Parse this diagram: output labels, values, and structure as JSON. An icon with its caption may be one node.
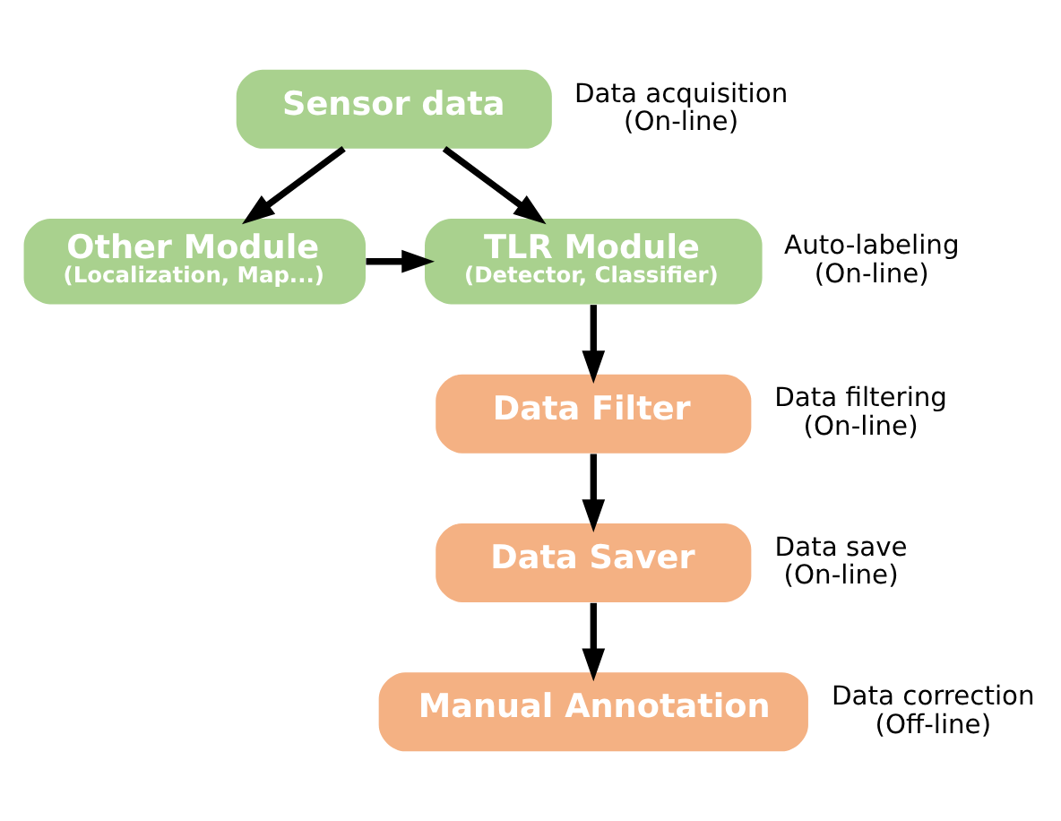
{
  "diagram": {
    "nodes": [
      {
        "text": [
          "Sensor data"
        ],
        "beside": [
          "Data acquisition (On-line)"
        ]
      },
      {
        "text": [
          "Other Module",
          "(Localization, Map...)"
        ]
      },
      {
        "text": [
          "TLR Module",
          "(Detector, Classifier)"
        ],
        "beside": [
          "Auto-labeling (On-line)"
        ]
      },
      {
        "text": [
          "Data Filter"
        ],
        "beside": [
          "Data filtering (On-line)"
        ]
      },
      {
        "text": [
          "Data Saver"
        ],
        "beside": [
          "Data save (On-line)"
        ]
      },
      {
        "text": [
          "Manual Annotation"
        ],
        "beside": [
          "Data correction (Off-line)"
        ]
      }
    ],
    "edges": [
      {
        "from": 0,
        "to": 1,
        "arrow": "to"
      },
      {
        "from": 0,
        "to": 2,
        "arrow": "to"
      },
      {
        "from": 1,
        "to": 2,
        "arrow": "to"
      },
      {
        "from": 2,
        "to": 3,
        "arrow": "to"
      },
      {
        "from": 3,
        "to": 4,
        "arrow": "to"
      },
      {
        "from": 4,
        "to": 5,
        "arrow": "to"
      }
    ]
  }
}
